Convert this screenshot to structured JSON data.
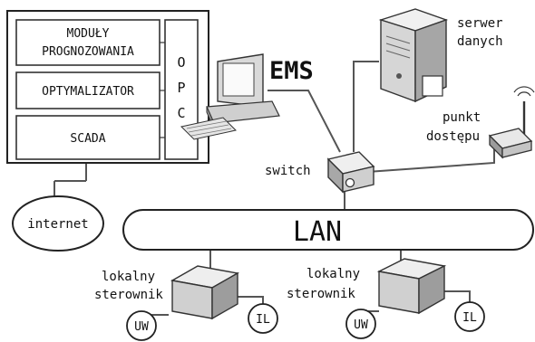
{
  "ems_block": {
    "modules": [
      "MODUŁY",
      "PROGNOZOWANIA"
    ],
    "optimizer": "OPTYMALIZATOR",
    "scada": "SCADA",
    "opc_letters": [
      "O",
      "P",
      "C"
    ]
  },
  "ems_label": "EMS",
  "internet_label": "internet",
  "server_label": [
    "serwer",
    "danych"
  ],
  "ap_label": [
    "punkt",
    "dostępu"
  ],
  "switch_label": "switch",
  "lan_label": "LAN",
  "controllers": [
    {
      "label": [
        "lokalny",
        "sterownik"
      ],
      "left_node": "UW",
      "right_node": "IL"
    },
    {
      "label": [
        "lokalny",
        "sterownik"
      ],
      "left_node": "UW",
      "right_node": "IL"
    }
  ]
}
